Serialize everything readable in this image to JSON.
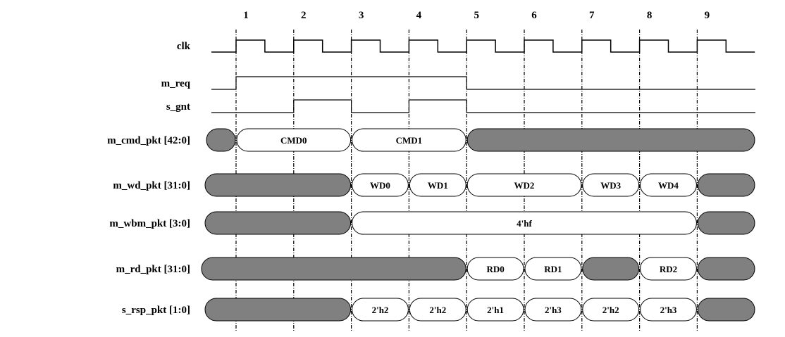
{
  "cycle_numbers": [
    "1",
    "2",
    "3",
    "4",
    "5",
    "6",
    "7",
    "8",
    "9"
  ],
  "colors": {
    "bus_idle": "#808080",
    "line": "#000000"
  },
  "signals": [
    {
      "name": "clk",
      "type": "clock"
    },
    {
      "name": "m_req",
      "type": "bit",
      "transitions": [
        [
          0,
          0
        ],
        [
          1,
          1
        ],
        [
          5,
          0
        ]
      ]
    },
    {
      "name": "s_gnt",
      "type": "bit",
      "transitions": [
        [
          0,
          0
        ],
        [
          2,
          1
        ],
        [
          3,
          0
        ],
        [
          4,
          1
        ],
        [
          5,
          0
        ]
      ]
    },
    {
      "name": "m_cmd_pkt [42:0]",
      "type": "bus",
      "segments": [
        {
          "from": 0.2,
          "to": 1,
          "value": null
        },
        {
          "from": 1,
          "to": 3,
          "value": "CMD0"
        },
        {
          "from": 3,
          "to": 5,
          "value": "CMD1"
        },
        {
          "from": 5,
          "to": 10,
          "value": null
        }
      ]
    },
    {
      "name": "m_wd_pkt [31:0]",
      "type": "bus",
      "segments": [
        {
          "from": 0,
          "to": 3,
          "value": null
        },
        {
          "from": 3,
          "to": 4,
          "value": "WD0"
        },
        {
          "from": 4,
          "to": 5,
          "value": "WD1"
        },
        {
          "from": 5,
          "to": 7,
          "value": "WD2"
        },
        {
          "from": 7,
          "to": 8,
          "value": "WD3"
        },
        {
          "from": 8,
          "to": 9,
          "value": "WD4"
        },
        {
          "from": 9,
          "to": 10,
          "value": null
        }
      ]
    },
    {
      "name": "m_wbm_pkt [3:0]",
      "type": "bus",
      "segments": [
        {
          "from": 0,
          "to": 3,
          "value": null
        },
        {
          "from": 3,
          "to": 9,
          "value": "4'hf"
        },
        {
          "from": 9,
          "to": 10,
          "value": null
        }
      ]
    },
    {
      "name": "m_rd_pkt [31:0]",
      "type": "bus",
      "segments": [
        {
          "from": -0.2,
          "to": 5,
          "value": null
        },
        {
          "from": 5,
          "to": 6,
          "value": "RD0"
        },
        {
          "from": 6,
          "to": 7,
          "value": "RD1"
        },
        {
          "from": 7,
          "to": 8,
          "value": null
        },
        {
          "from": 8,
          "to": 9,
          "value": "RD2"
        },
        {
          "from": 9,
          "to": 10,
          "value": null
        }
      ]
    },
    {
      "name": "s_rsp_pkt [1:0]",
      "type": "bus",
      "segments": [
        {
          "from": 0,
          "to": 3,
          "value": null
        },
        {
          "from": 3,
          "to": 4,
          "value": "2'h2"
        },
        {
          "from": 4,
          "to": 5,
          "value": "2'h2"
        },
        {
          "from": 5,
          "to": 6,
          "value": "2'h1"
        },
        {
          "from": 6,
          "to": 7,
          "value": "2'h3"
        },
        {
          "from": 7,
          "to": 8,
          "value": "2'h2"
        },
        {
          "from": 8,
          "to": 9,
          "value": "2'h3"
        },
        {
          "from": 9,
          "to": 10,
          "value": null
        }
      ]
    }
  ]
}
